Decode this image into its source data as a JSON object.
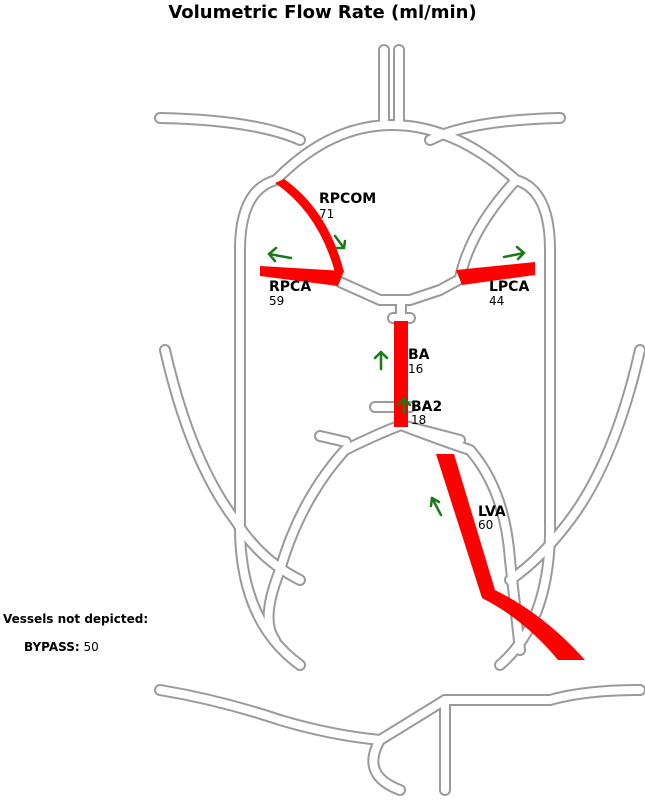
{
  "title": "Volumetric Flow Rate (ml/min)",
  "colors": {
    "active_vessel": "#ff0000",
    "vessel_outline": "#aaaaaa",
    "flow_arrow": "#1a7a1a"
  },
  "vessels": [
    {
      "id": "rpcom",
      "label": "RPCOM",
      "value": "71",
      "arrow": "down-right"
    },
    {
      "id": "rpca",
      "label": "RPCA",
      "value": "59",
      "arrow": "left"
    },
    {
      "id": "lpca",
      "label": "LPCA",
      "value": "44",
      "arrow": "right"
    },
    {
      "id": "ba",
      "label": "BA",
      "value": "16",
      "arrow": "up"
    },
    {
      "id": "ba2",
      "label": "BA2",
      "value": "18",
      "arrow": "up"
    },
    {
      "id": "lva",
      "label": "LVA",
      "value": "60",
      "arrow": "up"
    }
  ],
  "not_depicted": {
    "heading": "Vessels not depicted:",
    "items": [
      {
        "label": "BYPASS:",
        "value": "50"
      }
    ]
  }
}
